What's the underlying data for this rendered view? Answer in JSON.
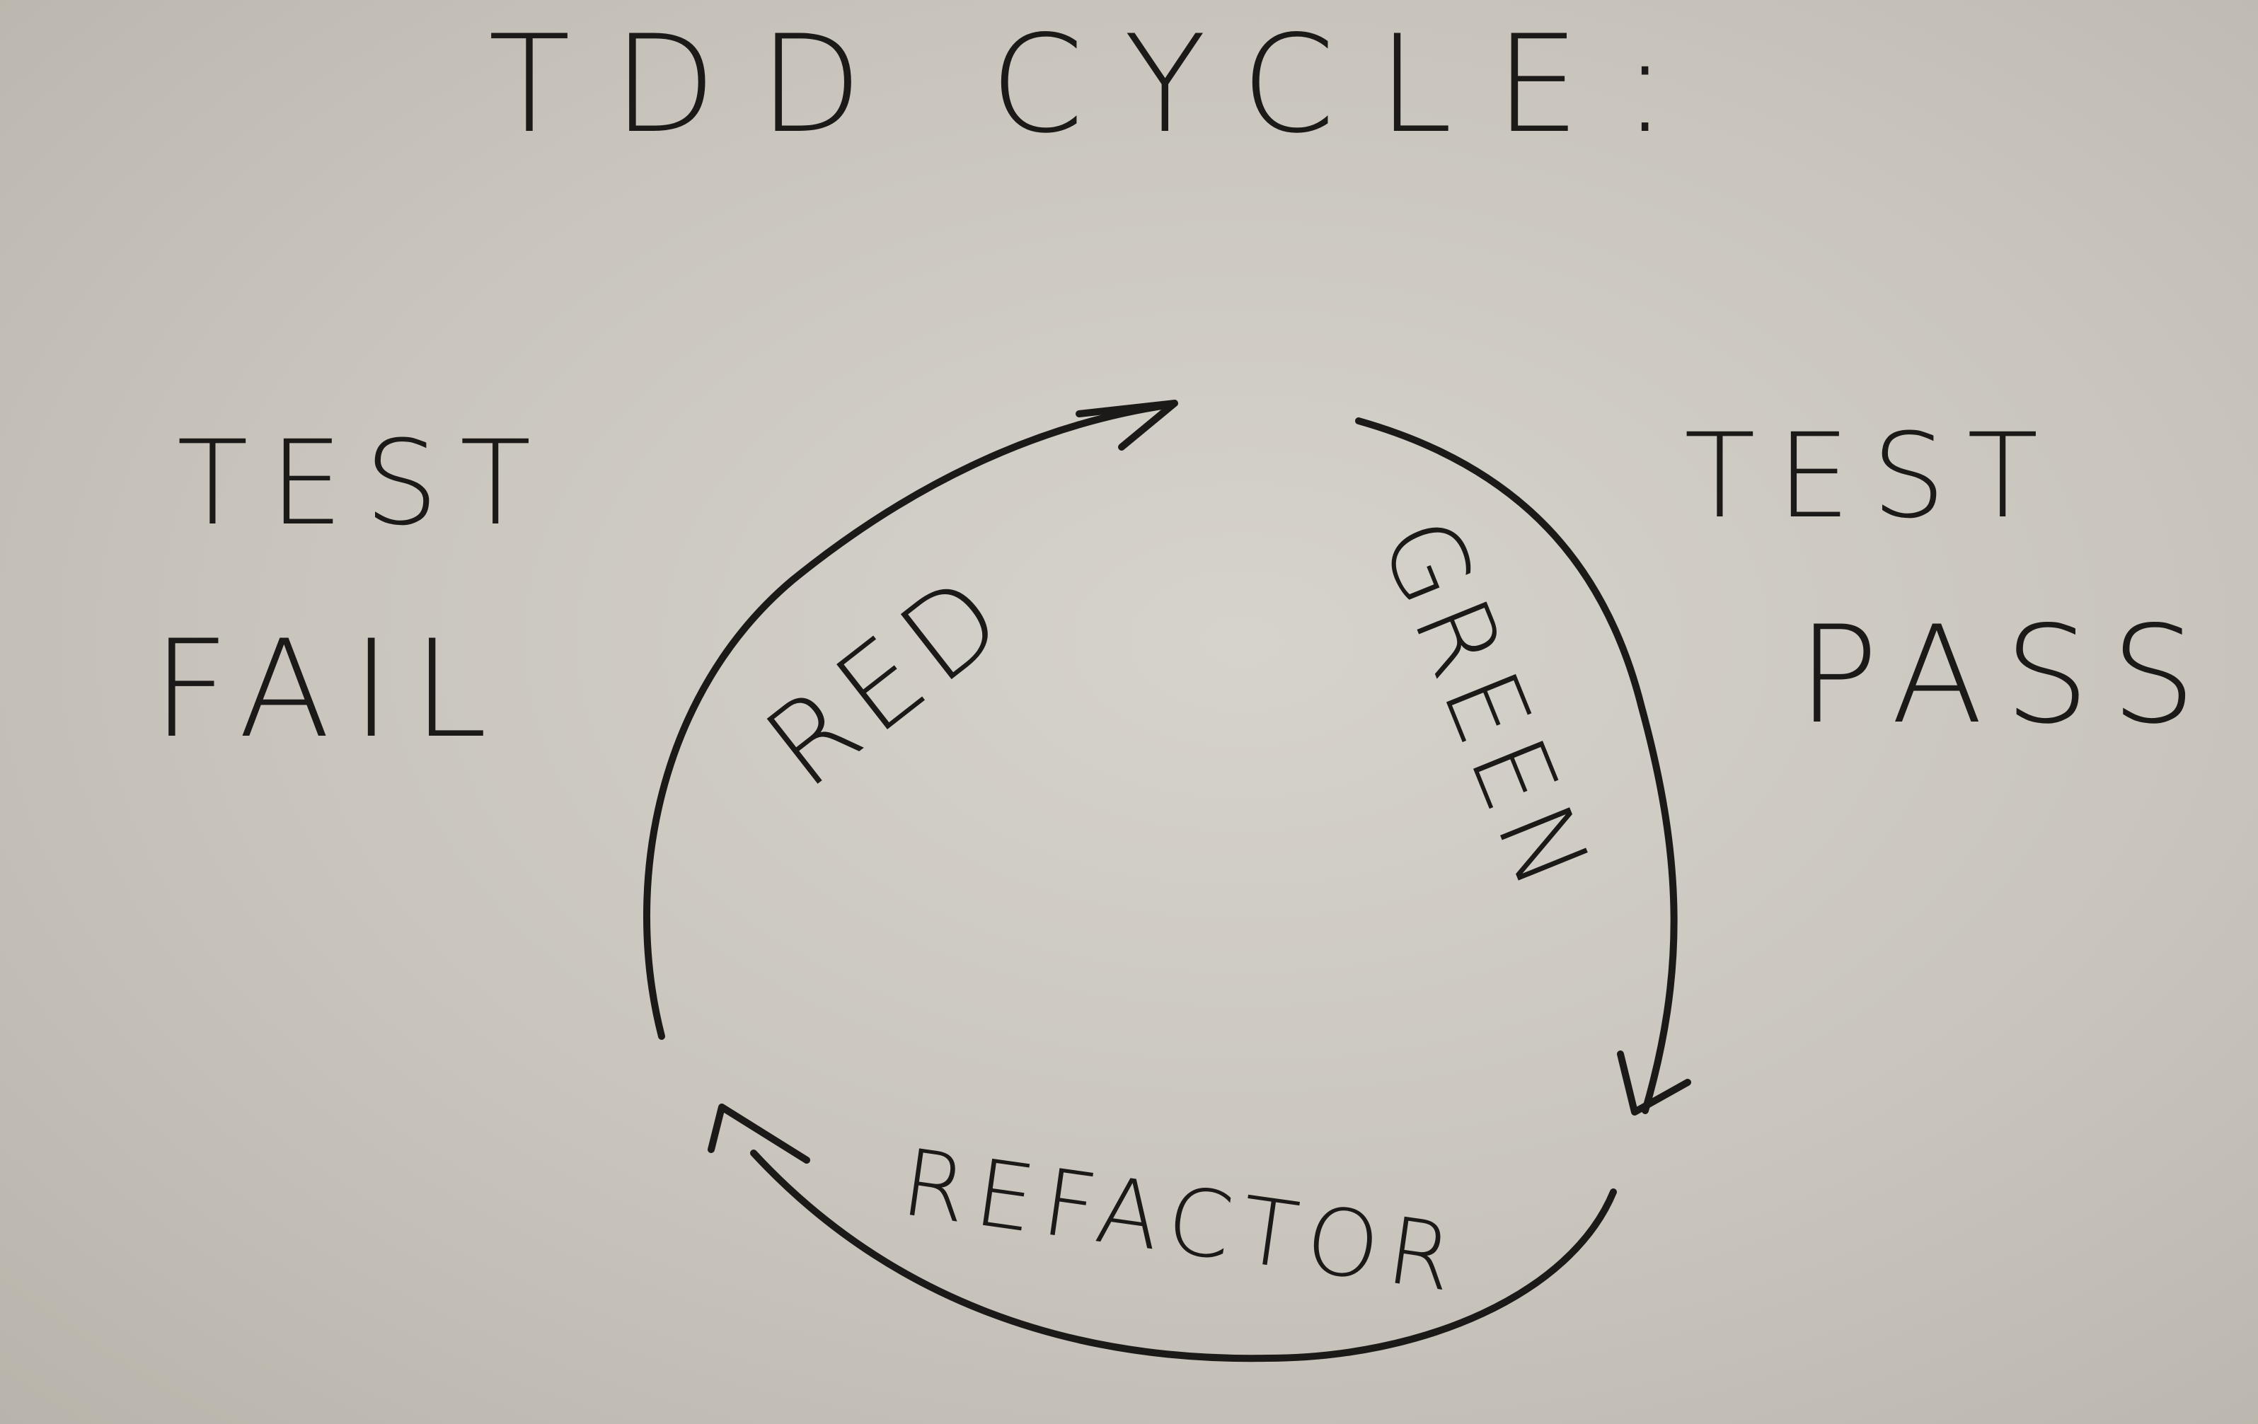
{
  "title": "TDD CYCLE:",
  "left_note": {
    "line1": "TEST",
    "line2": "FAIL"
  },
  "right_note": {
    "line1": "TEST",
    "line2": "PASS"
  },
  "cycle": {
    "steps": [
      {
        "id": "red",
        "label": "RED"
      },
      {
        "id": "green",
        "label": "GREEN"
      },
      {
        "id": "refactor",
        "label": "REFACTOR"
      }
    ]
  },
  "colors": {
    "ink": "#1c1a18",
    "paper": "#cfcbc4"
  }
}
